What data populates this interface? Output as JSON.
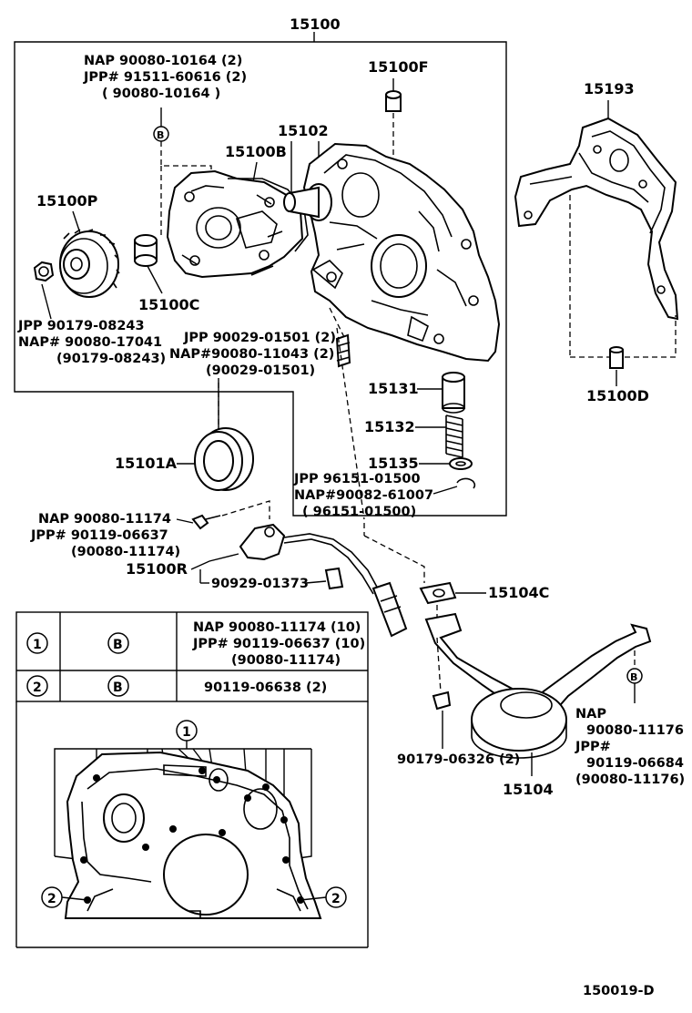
{
  "labels": {
    "p15100": "15100",
    "p15100F": "15100F",
    "p15193": "15193",
    "p15102": "15102",
    "p15100B": "15100B",
    "p15100P": "15100P",
    "p15100C": "15100C",
    "p15100D": "15100D",
    "p15131": "15131",
    "p15132": "15132",
    "p15135": "15135",
    "p15101A": "15101A",
    "p15100R": "15100R",
    "p15104C": "15104C",
    "p15104": "15104",
    "p90929": "90929-01373",
    "p90179_06326": "90179-06326 (2)",
    "diagram_id": "150019-D"
  },
  "refs": {
    "bolt_top": [
      "NAP   90080-10164 (2)",
      "JPP#  91511-60616 (2)",
      "( 90080-10164 )"
    ],
    "pulley_nut": [
      "JPP    90179-08243",
      "NAP#  90080-17041",
      "(90179-08243)"
    ],
    "plug": [
      "JPP  90029-01501 (2)",
      "NAP#90080-11043 (2)",
      "(90029-01501)"
    ],
    "snap_ring": [
      "JPP   96151-01500",
      "NAP#90082-61007",
      "( 96151-01500)"
    ],
    "sensor_bolt": [
      "NAP  90080-11174",
      "JPP# 90119-06637",
      "(90080-11174)"
    ],
    "strainer_bolt": [
      "NAP",
      "90080-11176",
      "JPP#",
      "90119-06684",
      "(90080-11176)"
    ]
  },
  "table": {
    "rows": [
      {
        "num": "①",
        "mark": "Ⓑ",
        "lines": [
          "NAP  90080-11174 (10)",
          "JPP# 90119-06637 (10)",
          "(90080-11174)"
        ]
      },
      {
        "num": "②",
        "mark": "Ⓑ",
        "lines": [
          "90119-06638 (2)"
        ]
      }
    ]
  },
  "symbols": {
    "b_mark": "B",
    "one": "1",
    "two": "2"
  }
}
